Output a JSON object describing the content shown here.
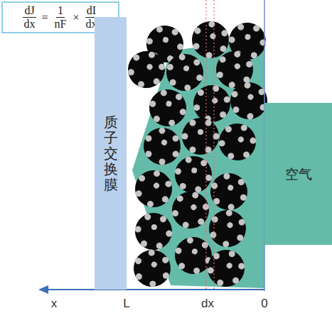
{
  "diagram": {
    "nodes": [
      {
        "text": [
          "dJ",
          "dx",
          "=",
          "1",
          "nF",
          "×",
          "dI",
          "dx"
        ]
      },
      {
        "text": [
          "质子交换膜"
        ]
      },
      {
        "text": [
          "空气"
        ]
      }
    ],
    "edges": [],
    "labels": [
      "x",
      "L",
      "dx",
      "0"
    ]
  }
}
